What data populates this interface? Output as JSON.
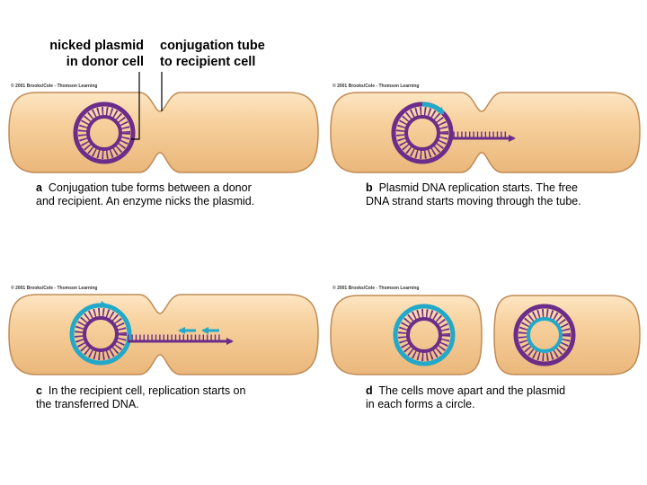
{
  "callouts": {
    "nicked_plasmid": {
      "line1": "nicked plasmid",
      "line2": "in donor cell"
    },
    "conjugation_tube": {
      "line1": "conjugation tube",
      "line2": "to recipient cell"
    }
  },
  "copyright": "© 2001 Brooks/Cole - Thomson Learning",
  "panels": [
    {
      "letter": "a",
      "caption_line1": "Conjugation tube forms between a donor",
      "caption_line2": "and recipient. An enzyme nicks the plasmid."
    },
    {
      "letter": "b",
      "caption_line1": "Plasmid DNA replication starts. The free",
      "caption_line2": "DNA strand starts moving through the tube."
    },
    {
      "letter": "c",
      "caption_line1": "In the recipient cell, replication starts on",
      "caption_line2": "the transferred DNA."
    },
    {
      "letter": "d",
      "caption_line1": "The cells move apart and  the plasmid",
      "caption_line2": "in each forms a circle."
    }
  ],
  "colors": {
    "cell_fill": "#f5c98d",
    "cell_highlight": "#fde6c3",
    "cell_outline": "#c08a55",
    "donor_strand": "#6b2c8a",
    "new_strand": "#22a9c9"
  }
}
